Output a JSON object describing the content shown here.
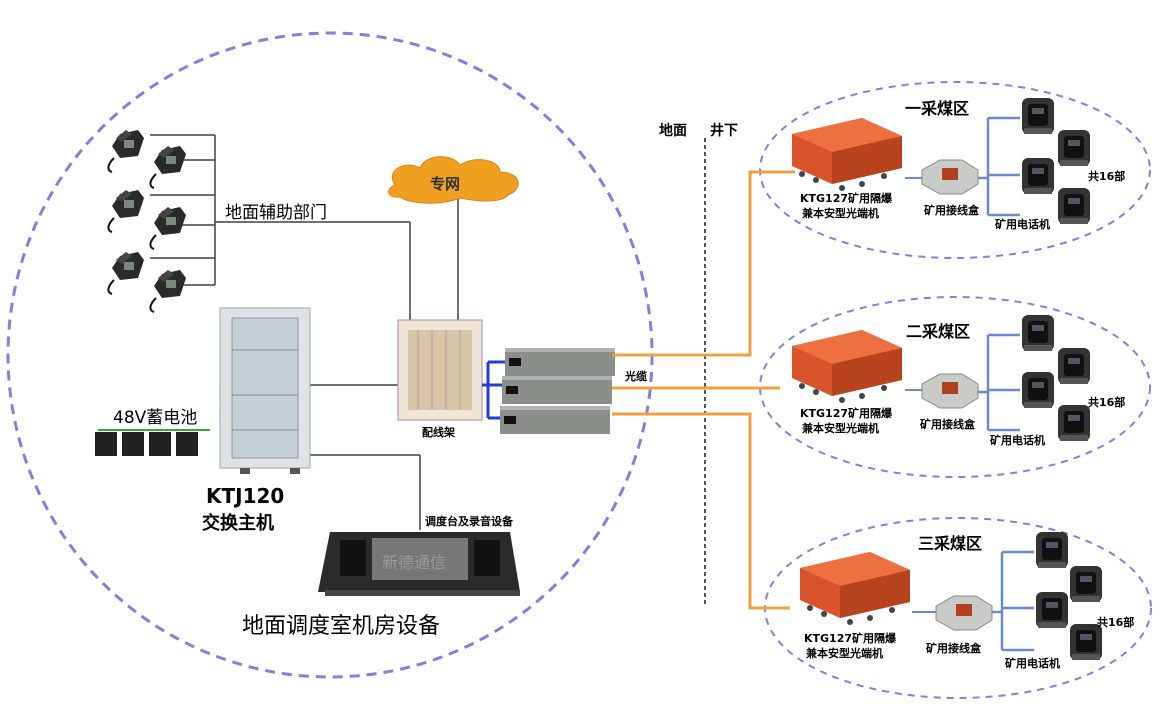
{
  "labels": {
    "surface_dept": "地面辅助部门",
    "private_net": "专网",
    "battery": "48V蓄电池",
    "ktj120": "KTJ120",
    "switch_host": "交换主机",
    "dispatch": "调度台及录音设备",
    "room": "地面调度室机房设备",
    "patch_frame": "配线架",
    "fiber": "光缆",
    "ground": "地面",
    "underground": "井下",
    "console_screen": "新德通信"
  },
  "zones": [
    {
      "title": "一采煤区",
      "terminal": "KTG127矿用隔爆",
      "terminal2": "兼本安型光端机",
      "junction": "矿用接线盒",
      "phones": "矿用电话机",
      "count": "共16部"
    },
    {
      "title": "二采煤区",
      "terminal": "KTG127矿用隔爆",
      "terminal2": "兼本安型光端机",
      "junction": "矿用接线盒",
      "phones": "矿用电话机",
      "count": "共16部"
    },
    {
      "title": "三采煤区",
      "terminal": "KTG127矿用隔爆",
      "terminal2": "兼本安型光端机",
      "junction": "矿用接线盒",
      "phones": "矿用电话机",
      "count": "共16部"
    }
  ],
  "colors": {
    "dash": "#8080e0",
    "fiber": "#f0a040",
    "link": "#1f3fd0",
    "wire": "#404040",
    "box": "#d9542a"
  }
}
